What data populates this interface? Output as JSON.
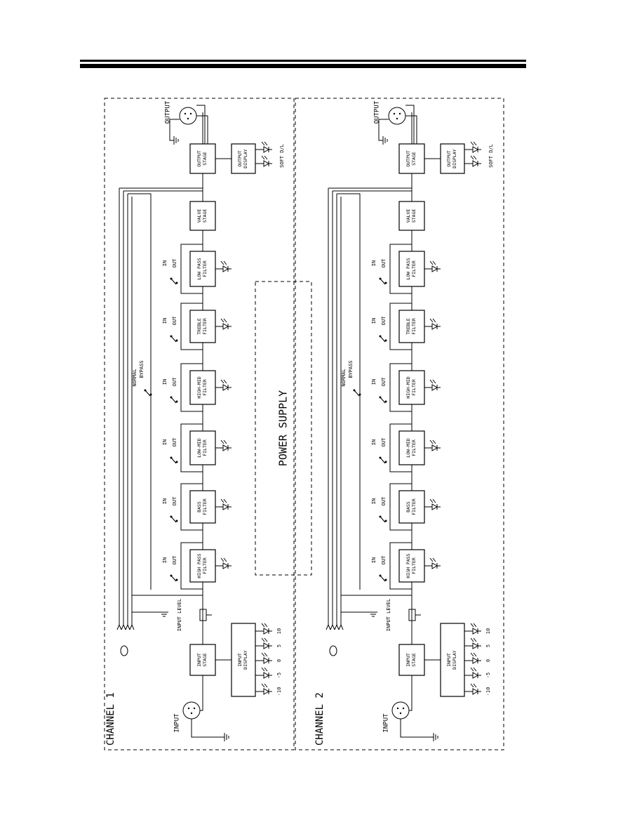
{
  "header": {
    "rule_color": "#000000"
  },
  "diagram": {
    "power_supply_label": "POWER SUPPLY",
    "channels": [
      {
        "title": "CHANNEL 1",
        "input_label": "INPUT",
        "output_label": "OUTPUT",
        "input_level_label": "INPUT LEVEL",
        "input_stage": "INPUT STAGE",
        "input_display": "INPUT DISPLAY",
        "meter_levels": [
          "-10",
          "-5",
          "0",
          "5",
          "10"
        ],
        "filters": [
          "HIGH PASS FILTER",
          "BASS FILTER",
          "LOW-MID FILTER",
          "HIGH-MID FILTER",
          "TREBLE FILTER",
          "LOW PASS FILTER"
        ],
        "switch_in": "IN",
        "switch_out": "OUT",
        "normal_label": "NORMAL",
        "bypass_label": "BYPASS",
        "valve_stage": "VALVE STAGE",
        "output_stage": "OUTPUT STAGE",
        "output_display": "OUTPUT DISPLAY",
        "soft_dl_label": "SOFT D/L"
      },
      {
        "title": "CHANNEL 2",
        "input_label": "INPUT",
        "output_label": "OUTPUT",
        "input_level_label": "INPUT LEVEL",
        "input_stage": "INPUT STAGE",
        "input_display": "INPUT DISPLAY",
        "meter_levels": [
          "-10",
          "-5",
          "0",
          "5",
          "10"
        ],
        "filters": [
          "HIGH PASS FILTER",
          "BASS FILTER",
          "LOW-MID FILTER",
          "HIGH-MID FILTER",
          "TREBLE FILTER",
          "LOW PASS FILTER"
        ],
        "switch_in": "IN",
        "switch_out": "OUT",
        "normal_label": "NORMAL",
        "bypass_label": "BYPASS",
        "valve_stage": "VALVE STAGE",
        "output_stage": "OUTPUT STAGE",
        "output_display": "OUTPUT DISPLAY",
        "soft_dl_label": "SOFT D/L"
      }
    ]
  }
}
